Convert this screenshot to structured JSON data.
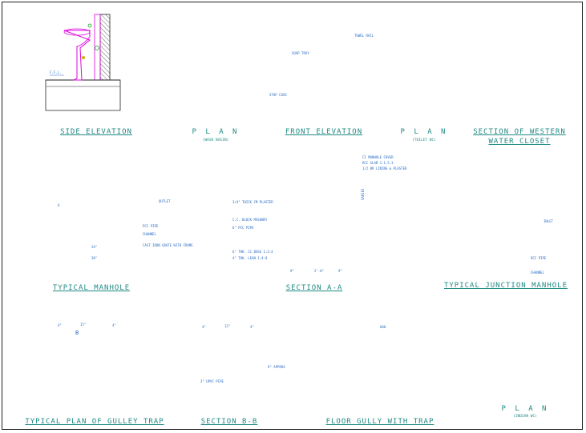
{
  "titles": {
    "side_elevation": "SIDE ELEVATION",
    "plan_wash": "P L A N",
    "plan_wash_sub": "(WASH BASIN)",
    "front_elevation": "FRONT ELEVATION",
    "plan_toilet": "P L A N",
    "plan_toilet_sub": "(TOILET WC)",
    "section_western_1": "SECTION OF WESTERN",
    "section_western_2": "WATER CLOSET",
    "typical_manhole": "TYPICAL MANHOLE",
    "section_aa": "SECTION A-A",
    "junction_manhole": "TYPICAL JUNCTION MANHOLE",
    "gulley_plan": "TYPICAL PLAN OF GULLEY TRAP",
    "section_bb": "SECTION B-B",
    "floor_gully": "FLOOR GULLY WITH TRAP",
    "plan_indian": "P L A N",
    "plan_indian_sub": "(INDIAN WC)"
  },
  "notes": {
    "ffl": "F.F.L.",
    "towel_rail": "TOWEL RAIL",
    "soap_tray": "SOAP TRAY",
    "stop_cock": "STOP COCK",
    "ci_cover": "CI MANHOLE COVER",
    "rcc_slab": "RCC SLAB 1:1.5:3",
    "brick_lining": "1/2 BR LINING & PLASTER",
    "plaster": "3/4\" THICK CM PLASTER",
    "masonry": "C.C. BLOCK MASONRY",
    "pipe_a": "6\" PCC PIPE",
    "cc_base": "6\" THK. CC BASE 1:2:4",
    "lean": "4\" THK. LEAN 1:4:8",
    "varies": "VARIES",
    "rcc_pipe": "PCC PIPE",
    "channel": "CHANNEL",
    "cast_iron": "CAST IRON GRATE WITH FRAME",
    "mh_pipe": "RCC PIPE",
    "mh_channel": "CHANNEL",
    "upvc": "3\" UPVC PIPE",
    "approx": "9\" APPROX",
    "inlet": "INLET",
    "outlet": "OUTLET"
  },
  "dims": {
    "gt_4a": "4\"",
    "gt_15": "15\"",
    "gt_4b": "4\"",
    "bb_4a": "4\"",
    "bb_12": "12\"",
    "bb_4b": "4\"",
    "mh_24": "24\"",
    "mh_30": "30\"",
    "fg_top": "600",
    "sec_9": "9\"",
    "sec_1": "2'-0\"",
    "sec_2": "9\"",
    "b_mark": "B",
    "a_mark": "A"
  },
  "colors": {
    "magenta": "#e000e0",
    "green": "#18a018",
    "cyan": "#1f8a84",
    "blue": "#2a6cc4",
    "black": "#222222",
    "yellow": "#c9b400"
  }
}
